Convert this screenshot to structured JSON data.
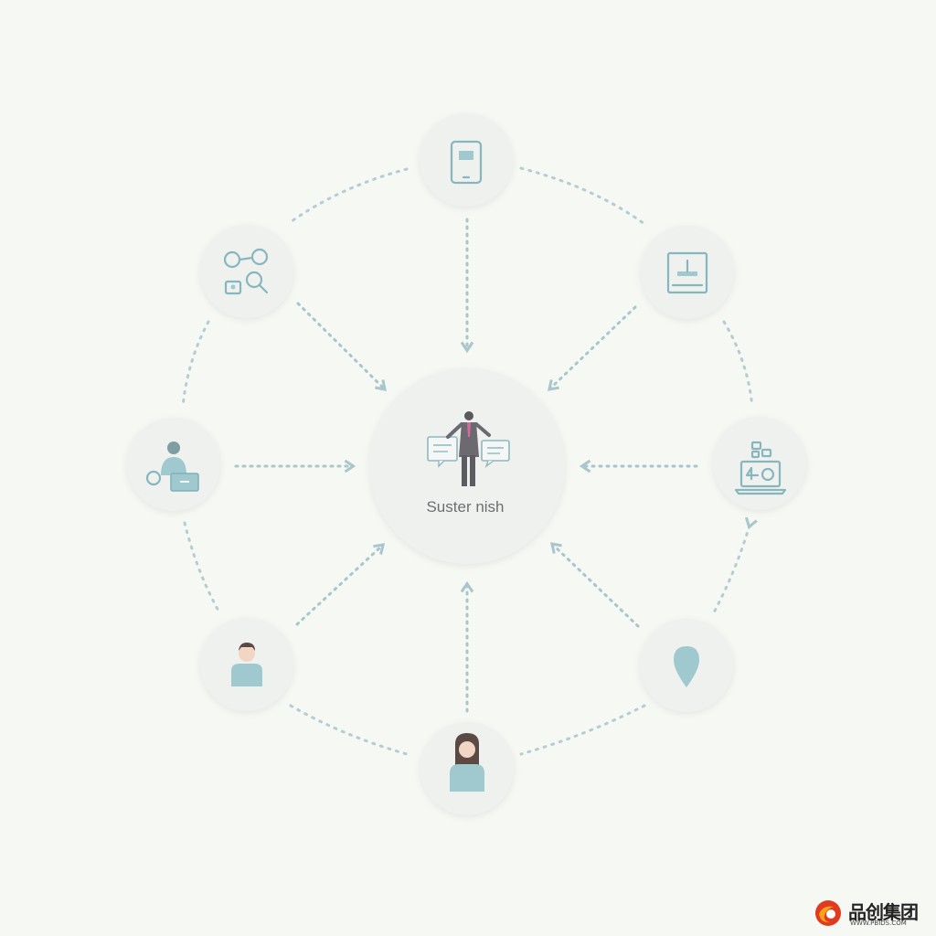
{
  "hub": {
    "label": "Suster nish",
    "icon": "presenter-icon"
  },
  "nodes": [
    {
      "id": "top",
      "icon": "tablet-icon"
    },
    {
      "id": "upper-left",
      "icon": "network-search-icon"
    },
    {
      "id": "upper-right",
      "icon": "monitor-icon"
    },
    {
      "id": "left",
      "icon": "user-laptop-icon"
    },
    {
      "id": "right",
      "icon": "laptop-icon"
    },
    {
      "id": "lower-left",
      "icon": "male-avatar-icon"
    },
    {
      "id": "lower-right",
      "icon": "location-pin-icon"
    },
    {
      "id": "bottom",
      "icon": "female-avatar-icon"
    }
  ],
  "colors": {
    "background": "#f6f8f4",
    "disc": "#eef1ed",
    "accent": "#88b6bf",
    "label": "#6b6f71"
  },
  "watermark": {
    "brand": "品创集团",
    "url": "WWW.PBIDS.COM"
  }
}
